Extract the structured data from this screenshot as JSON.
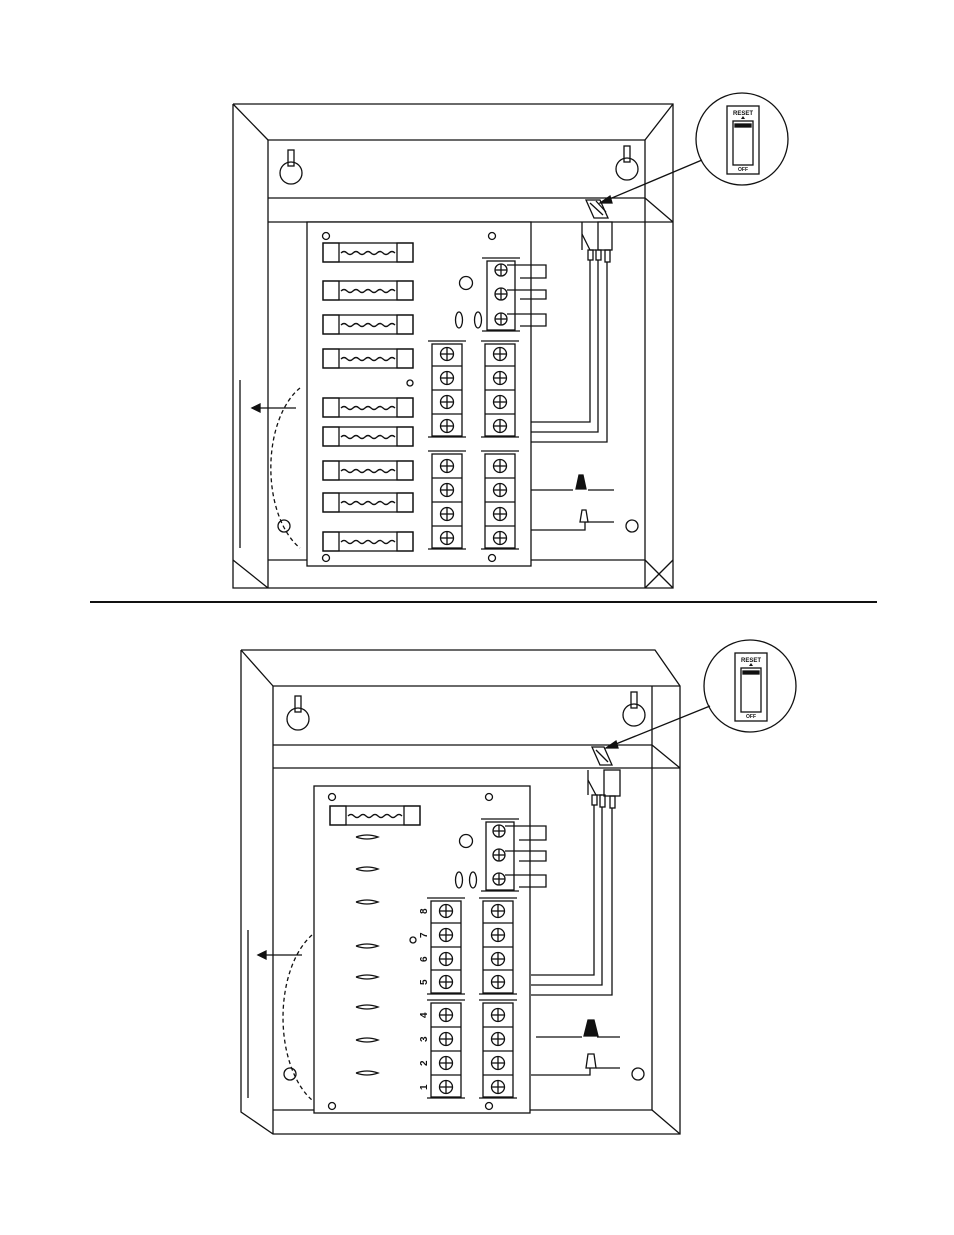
{
  "panels": [
    {
      "id": "top",
      "variant": "fused",
      "switch_labels": {
        "reset": "RESET",
        "off": "OFF"
      },
      "terminal_numbers": []
    },
    {
      "id": "bottom",
      "variant": "unfused",
      "switch_labels": {
        "reset": "RESET",
        "off": "OFF"
      },
      "terminal_numbers": [
        "8",
        "7",
        "6",
        "5",
        "4",
        "3",
        "2",
        "1"
      ]
    }
  ],
  "colors": {
    "line": "#111111",
    "background": "#ffffff"
  }
}
